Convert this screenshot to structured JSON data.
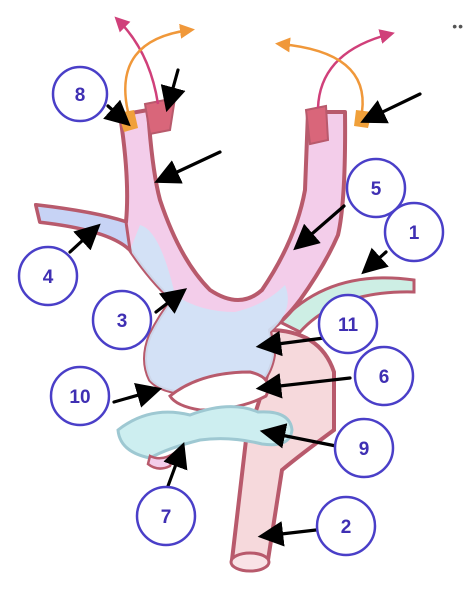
{
  "labels": [
    "8",
    "5",
    "1",
    "4",
    "3",
    "11",
    "6",
    "10",
    "9",
    "7",
    "2"
  ],
  "menu_glyph": "••",
  "colors": {
    "outline": "#b85a6c",
    "pink_lumen": "#f3cdea",
    "blue_lumen": "#cfe3f7",
    "mint_lumen": "#cdeee4",
    "aorta": "#f6d9dc",
    "red_end": "#d9667a",
    "orange_end": "#f0a03a",
    "label_ink": "#3f2fb3",
    "circle_stroke": "#4a3fc8",
    "arrow_magenta": "#d0407a",
    "arrow_orange": "#f0983a"
  }
}
